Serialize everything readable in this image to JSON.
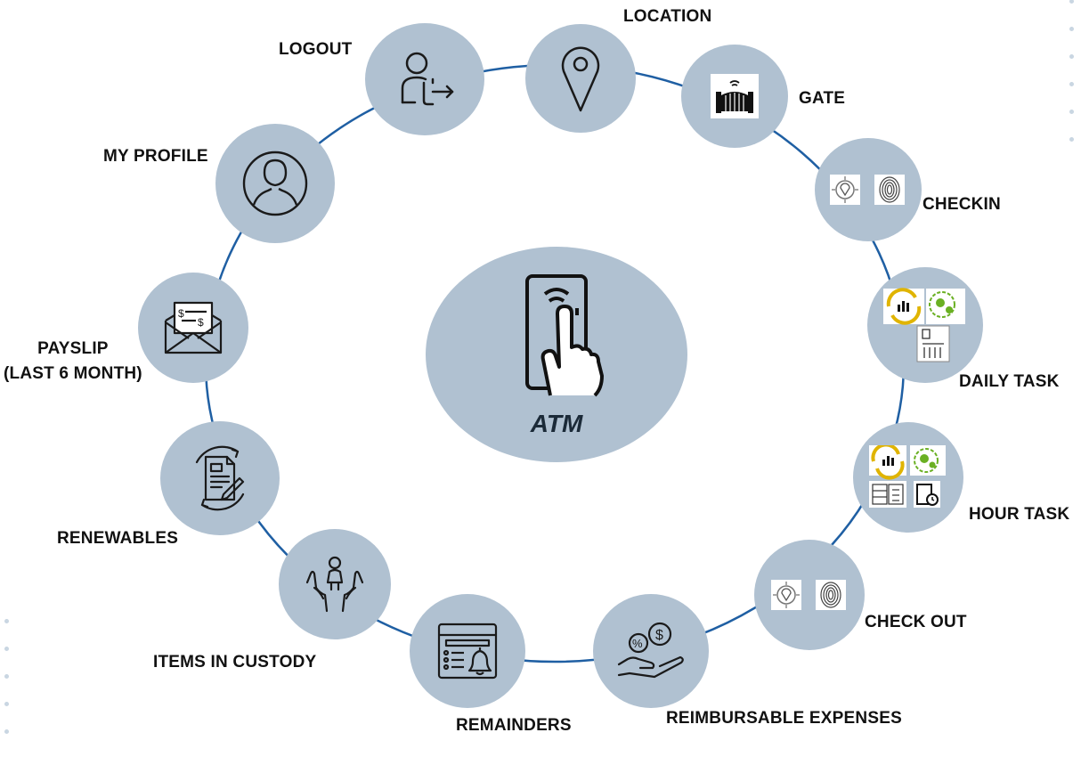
{
  "center": {
    "label": "ATM",
    "icon": "fingerprint-touch-icon"
  },
  "nodes": [
    {
      "id": "location",
      "label": "LOCATION",
      "icon": "map-pin-icon"
    },
    {
      "id": "gate",
      "label": "GATE",
      "icon": "gate-icon"
    },
    {
      "id": "checkin",
      "label": "CHECKIN",
      "icon": "fingerprint-scan-icon"
    },
    {
      "id": "daily-task",
      "label": "DAILY TASK",
      "icon": "project-tasks-icon"
    },
    {
      "id": "hour-task",
      "label": "HOUR TASK",
      "icon": "timesheet-icon"
    },
    {
      "id": "check-out",
      "label": "CHECK OUT",
      "icon": "fingerprint-scan-icon"
    },
    {
      "id": "reimbursable-expenses",
      "label": "REIMBURSABLE EXPENSES",
      "icon": "hand-money-icon"
    },
    {
      "id": "remainders",
      "label": "REMAINDERS",
      "icon": "reminder-list-icon"
    },
    {
      "id": "items-in-custody",
      "label": "ITEMS IN CUSTODY",
      "icon": "hands-person-icon"
    },
    {
      "id": "renewables",
      "label": "RENEWABLES",
      "icon": "document-renew-icon"
    },
    {
      "id": "payslip",
      "label": "PAYSLIP\n(LAST 6 MONTH)",
      "icon": "envelope-money-icon"
    },
    {
      "id": "my-profile",
      "label": "MY PROFILE",
      "icon": "user-circle-icon"
    },
    {
      "id": "logout",
      "label": "LOGOUT",
      "icon": "user-logout-icon"
    }
  ],
  "colors": {
    "node_fill": "#b0c1d1",
    "ring": "#1f5fa3",
    "text": "#111111"
  }
}
